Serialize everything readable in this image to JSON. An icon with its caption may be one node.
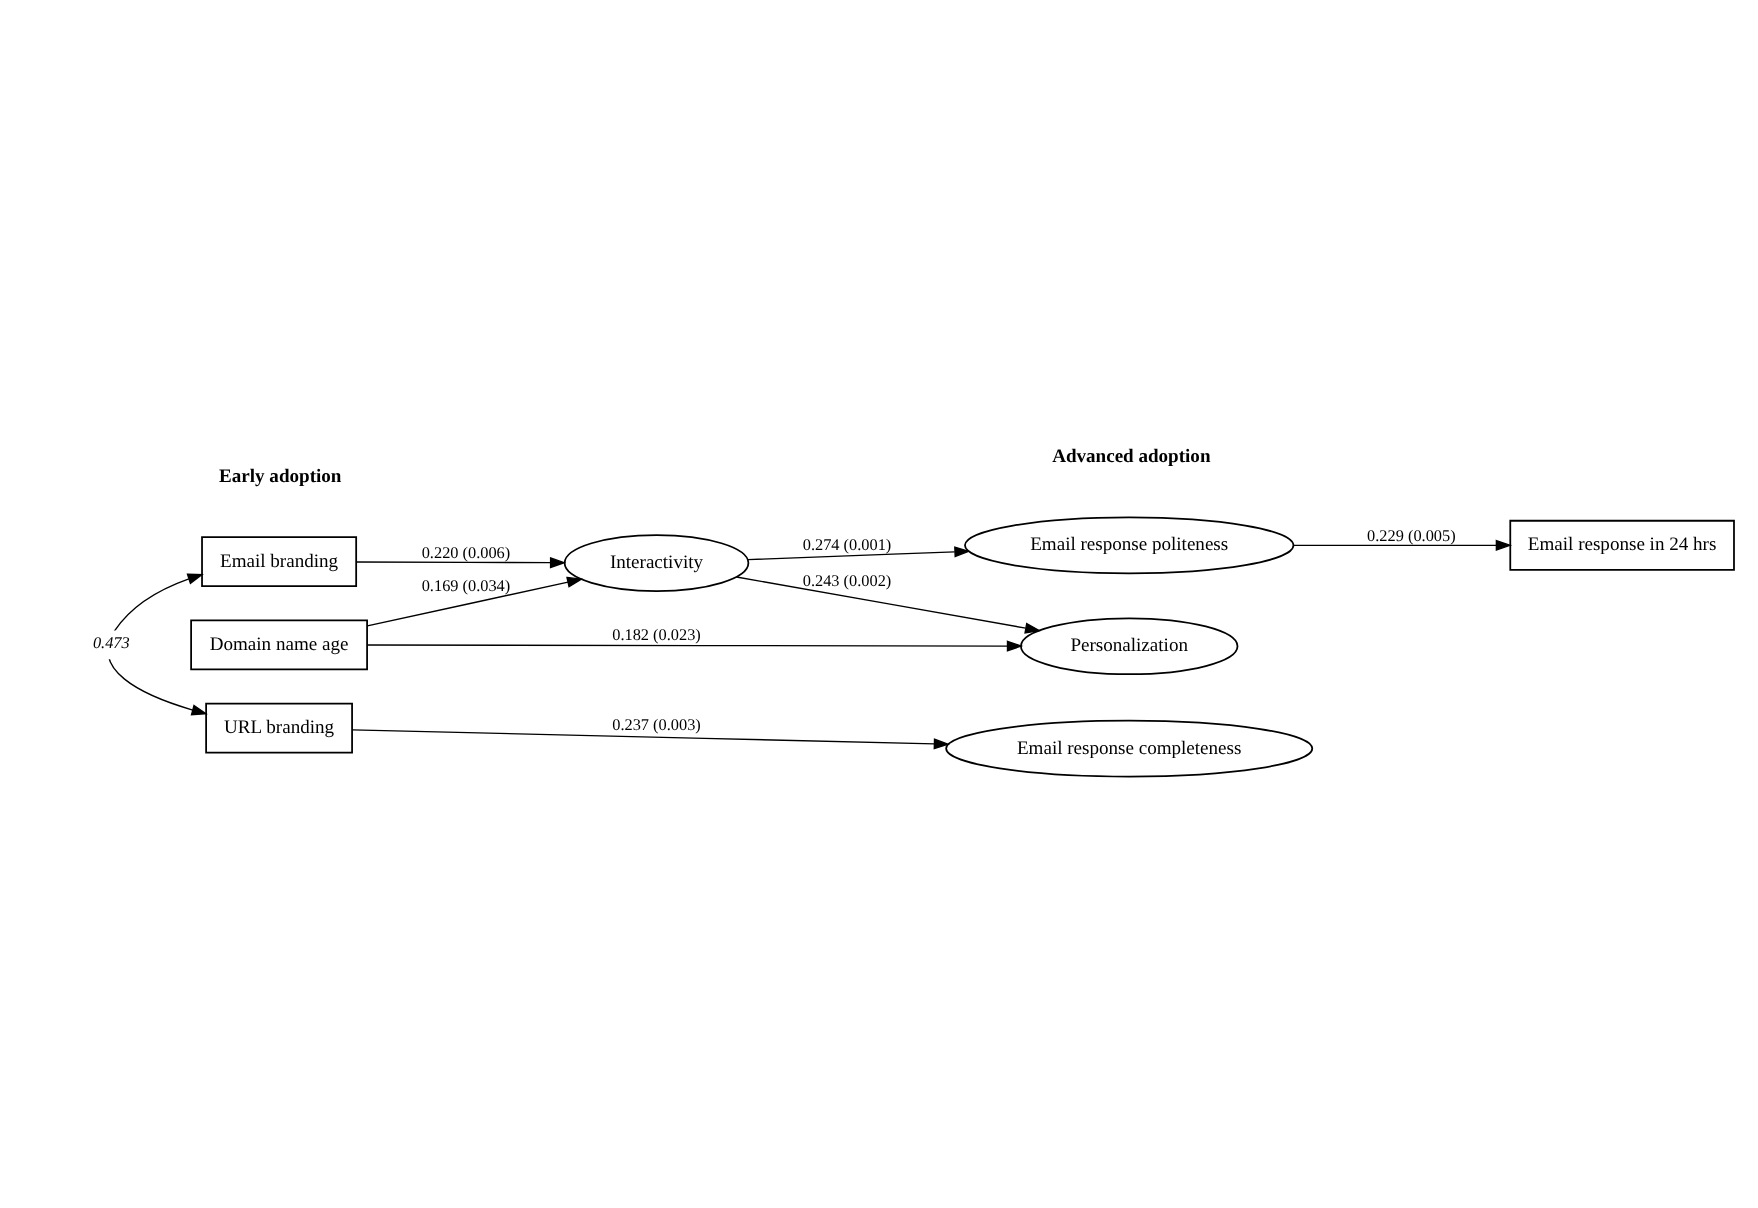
{
  "diagram": {
    "nodes": [
      {
        "text": [
          "Interactivity"
        ]
      },
      {
        "text": [
          "Domain name age"
        ]
      },
      {
        "text": [
          "Email branding"
        ]
      },
      {
        "text": [
          "URL branding"
        ]
      },
      {
        "text": [
          "Personalization"
        ]
      },
      {
        "text": [
          "Email response completeness"
        ]
      },
      {
        "text": [
          "Email response politeness"
        ]
      },
      {
        "text": [
          "Email response in 24 hrs"
        ]
      }
    ],
    "edges": [
      {
        "from": 1,
        "to": 0,
        "arrow": "to",
        "label": "0.169 (0.034)"
      },
      {
        "from": 2,
        "to": 0,
        "arrow": "to",
        "label": "0.220 (0.006)"
      },
      {
        "from": 1,
        "to": 4,
        "arrow": "to",
        "label": "0.182 (0.023)"
      },
      {
        "from": 0,
        "to": 4,
        "arrow": "to",
        "label": "0.243 (0.002)"
      },
      {
        "from": 0,
        "to": 6,
        "arrow": "to",
        "label": "0.274 (0.001)"
      },
      {
        "from": 3,
        "to": 5,
        "arrow": "to",
        "label": "0.237 (0.003)"
      },
      {
        "from": 2,
        "to": 3,
        "arrow": "both",
        "label": "0.473"
      },
      {
        "from": 6,
        "to": 7,
        "arrow": "to",
        "label": "0.229 (0.005)"
      }
    ],
    "labels": [
      "Early adoption",
      "Advanced adoption"
    ]
  }
}
